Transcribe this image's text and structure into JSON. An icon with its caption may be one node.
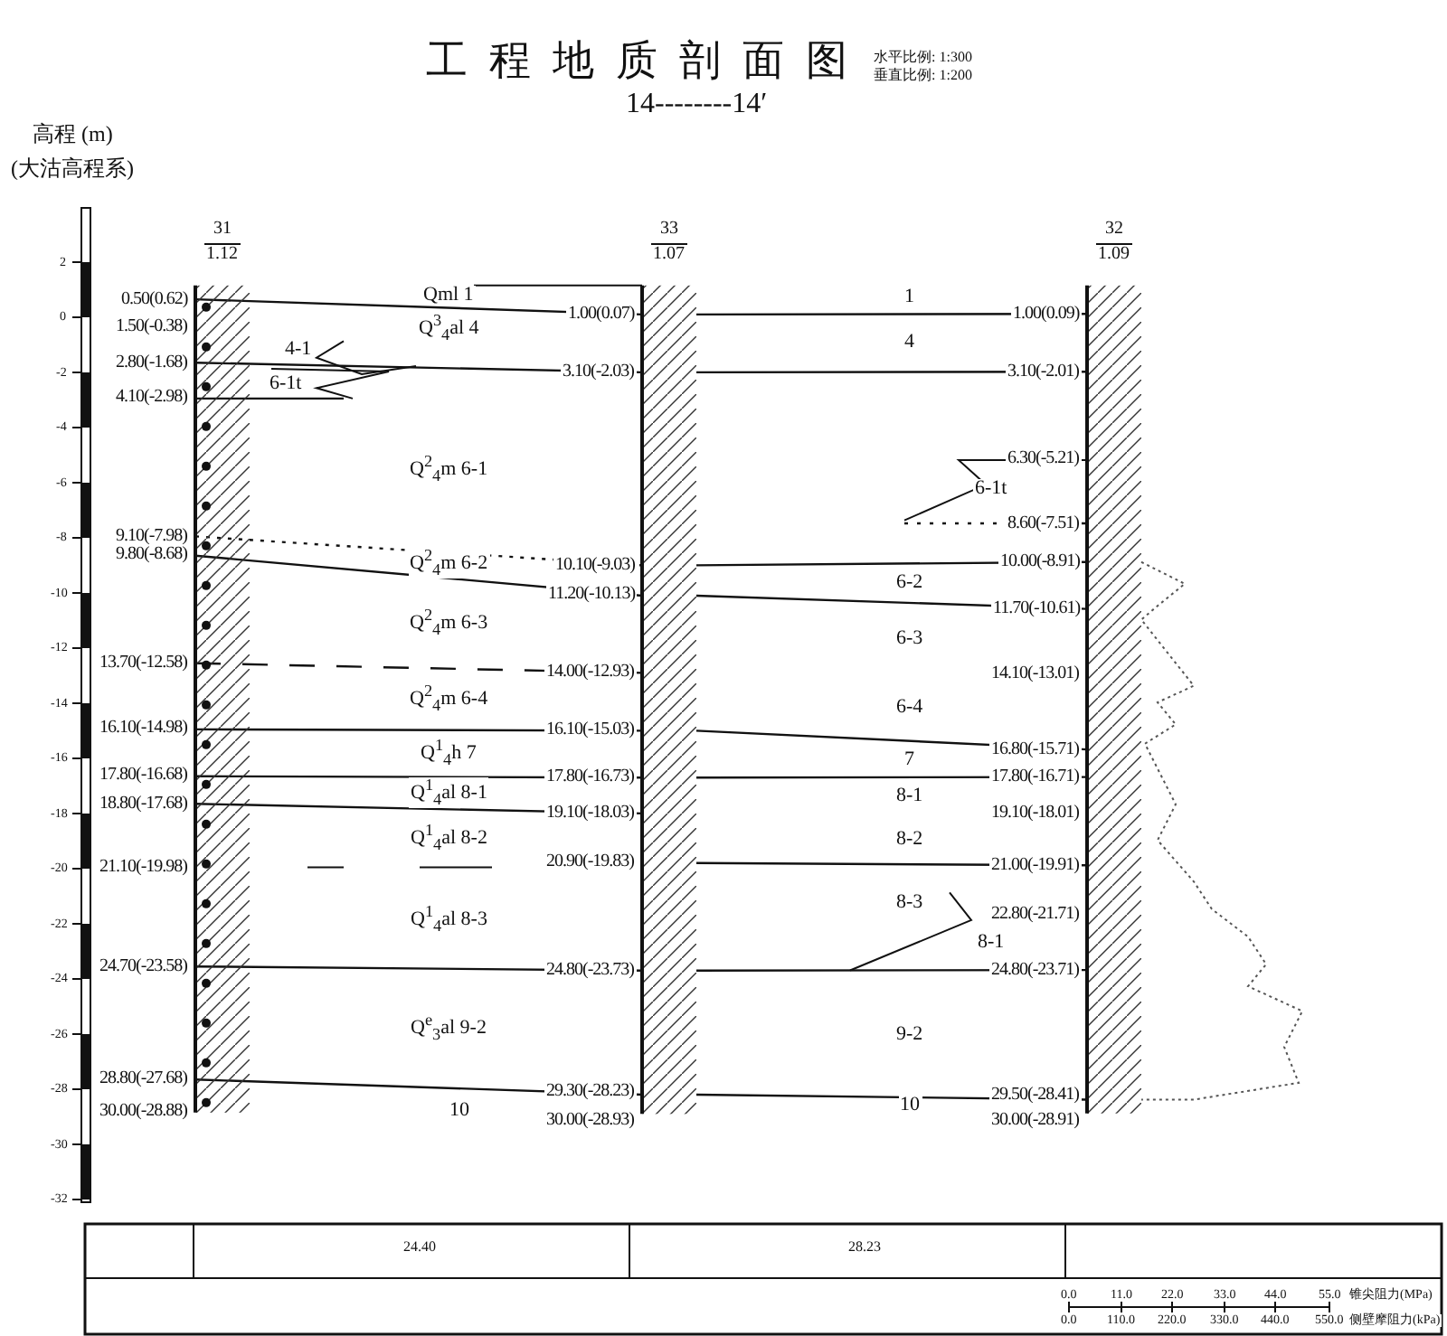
{
  "diagram": {
    "title": "工程地质剖面图",
    "nodes": [
      {
        "text": [
          "31",
          "1.12"
        ]
      },
      {
        "text": [
          "33",
          "1.07"
        ]
      },
      {
        "text": [
          "32",
          "1.09"
        ]
      }
    ],
    "labels": [
      "水平比例: 1:300",
      "垂直比例: 1:200",
      "14--------14′",
      "高程 (m)",
      "(大沽高程系)",
      "2",
      "0",
      "-2",
      "-4",
      "-6",
      "-8",
      "-10",
      "-12",
      "-14",
      "-16",
      "-18",
      "-20",
      "-22",
      "-24",
      "-26",
      "-28",
      "-30",
      "-32",
      "0.50(0.62)",
      "1.50(-0.38)",
      "2.80(-1.68)",
      "4.10(-2.98)",
      "9.10(-7.98)",
      "9.80(-8.68)",
      "13.70(-12.58)",
      "16.10(-14.98)",
      "17.80(-16.68)",
      "18.80(-17.68)",
      "21.10(-19.98)",
      "24.70(-23.58)",
      "28.80(-27.68)",
      "30.00(-28.88)",
      "1.00(0.07)",
      "3.10(-2.03)",
      "10.10(-9.03)",
      "11.20(-10.13)",
      "14.00(-12.93)",
      "16.10(-15.03)",
      "17.80(-16.73)",
      "19.10(-18.03)",
      "20.90(-19.83)",
      "24.80(-23.73)",
      "29.30(-28.23)",
      "30.00(-28.93)",
      "1.00(0.09)",
      "3.10(-2.01)",
      "6.30(-5.21)",
      "8.60(-7.51)",
      "10.00(-8.91)",
      "11.70(-10.61)",
      "14.10(-13.01)",
      "16.80(-15.71)",
      "17.80(-16.71)",
      "19.10(-18.01)",
      "21.00(-19.91)",
      "22.80(-21.71)",
      "24.80(-23.71)",
      "29.50(-28.41)",
      "30.00(-28.91)",
      "Qml 1",
      "Q$^{3}$$_{4}$al 4",
      "4-1",
      "6-1t",
      "Q$^{2}$$_{4}$m 6-1",
      "Q$^{2}$$_{4}$m 6-2",
      "Q$^{2}$$_{4}$m 6-3",
      "Q$^{2}$$_{4}$m 6-4",
      "Q$^{1}$$_{4}$h 7",
      "Q$^{1}$$_{4}$al 8-1",
      "Q$^{1}$$_{4}$al 8-2",
      "Q$^{1}$$_{4}$al 8-3",
      "Q$^{e}$$_{3}$al 9-2",
      "10",
      "1",
      "4",
      "6-1t",
      "6-2",
      "6-3",
      "6-4",
      "7",
      "8-1",
      "8-2",
      "8-3",
      "8-1",
      "9-2",
      "10",
      "24.40",
      "28.23",
      "0.0",
      "11.0",
      "22.0",
      "33.0",
      "44.0",
      "55.0",
      "锥尖阻力(MPa)",
      "0.0",
      "110.0",
      "220.0",
      "330.0",
      "440.0",
      "550.0",
      "侧壁摩阻力(kPa)"
    ]
  }
}
